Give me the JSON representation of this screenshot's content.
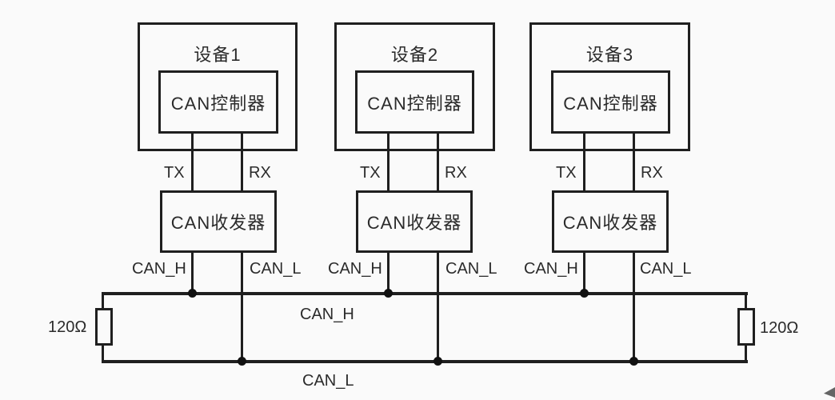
{
  "diagram": {
    "devices": [
      {
        "name": "设备1",
        "controller": "CAN控制器",
        "transceiver": "CAN收发器",
        "tx_label": "TX",
        "rx_label": "RX",
        "can_h_label": "CAN_H",
        "can_l_label": "CAN_L"
      },
      {
        "name": "设备2",
        "controller": "CAN控制器",
        "transceiver": "CAN收发器",
        "tx_label": "TX",
        "rx_label": "RX",
        "can_h_label": "CAN_H",
        "can_l_label": "CAN_L"
      },
      {
        "name": "设备3",
        "controller": "CAN控制器",
        "transceiver": "CAN收发器",
        "tx_label": "TX",
        "rx_label": "RX",
        "can_h_label": "CAN_H",
        "can_l_label": "CAN_L"
      }
    ],
    "bus": {
      "can_h_label": "CAN_H",
      "can_l_label": "CAN_L"
    },
    "terminators": {
      "left_value": "120Ω",
      "right_value": "120Ω"
    },
    "colors": {
      "line": "#1f1f1f",
      "background": "#fafafa"
    }
  }
}
